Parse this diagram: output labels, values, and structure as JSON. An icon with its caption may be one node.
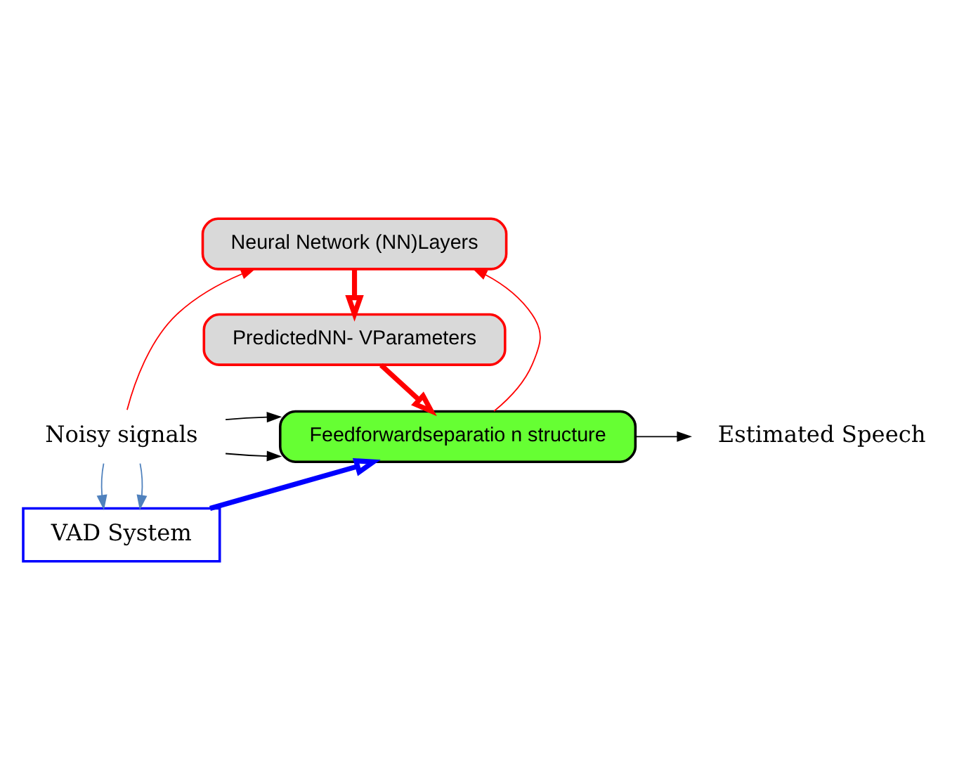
{
  "diagram": {
    "nodes": [
      {
        "text": [
          "Neural Network (NN)Layers"
        ]
      },
      {
        "text": [
          "PredictedNN- VParameters"
        ]
      },
      {
        "text": [
          "Feedforwardseparatio n structure"
        ]
      },
      {
        "text": [
          "VAD System"
        ]
      },
      {
        "text": [
          "Noisy signals"
        ]
      },
      {
        "text": [
          "Estimated Speech"
        ]
      }
    ],
    "edges": [
      {
        "from": 0,
        "to": 1,
        "arrow": "to",
        "style": "thick",
        "color": "#ff0000"
      },
      {
        "from": 1,
        "to": 2,
        "arrow": "to",
        "style": "thick",
        "color": "#ff0000"
      },
      {
        "from": 3,
        "to": 2,
        "arrow": "to",
        "style": "thick",
        "color": "#0000ff"
      },
      {
        "from": 4,
        "to": 2,
        "arrow": "to",
        "color": "#000000"
      },
      {
        "from": 4,
        "to": 2,
        "arrow": "to",
        "color": "#000000"
      },
      {
        "from": 4,
        "to": 0,
        "arrow": "to",
        "color": "#ff0000"
      },
      {
        "from": 4,
        "to": 3,
        "arrow": "to",
        "color": "#4f81bd"
      },
      {
        "from": 4,
        "to": 3,
        "arrow": "to",
        "color": "#4f81bd"
      },
      {
        "from": 2,
        "to": 5,
        "arrow": "to",
        "color": "#000000"
      },
      {
        "from": 2,
        "to": 0,
        "arrow": "to",
        "color": "#ff0000"
      }
    ]
  }
}
